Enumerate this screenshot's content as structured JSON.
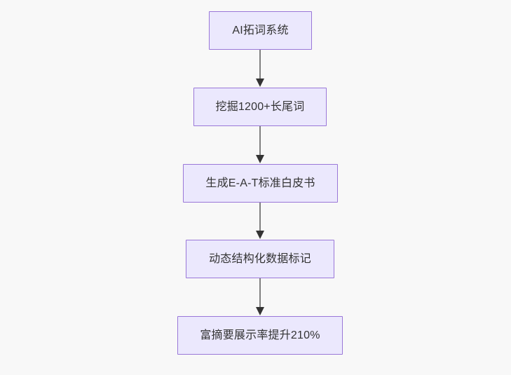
{
  "diagram": {
    "type": "flowchart",
    "direction": "top-to-bottom",
    "background_color": "#f8f8f8",
    "node_fill_color": "#ebe8fd",
    "node_border_color": "#9a77d8",
    "node_text_color": "#333333",
    "edge_line_color": "#808080",
    "edge_arrow_color": "#333333",
    "nodes": [
      {
        "id": "n0",
        "label": "AI拓词系统"
      },
      {
        "id": "n1",
        "label": "挖掘1200+长尾词"
      },
      {
        "id": "n2",
        "label": "生成E-A-T标准白皮书"
      },
      {
        "id": "n3",
        "label": "动态结构化数据标记"
      },
      {
        "id": "n4",
        "label": "富摘要展示率提升210%"
      }
    ],
    "edges": [
      {
        "id": "e0",
        "from": "n0",
        "to": "n1",
        "label": ""
      },
      {
        "id": "e1",
        "from": "n1",
        "to": "n2",
        "label": ""
      },
      {
        "id": "e2",
        "from": "n2",
        "to": "n3",
        "label": ""
      },
      {
        "id": "e3",
        "from": "n3",
        "to": "n4",
        "label": ""
      }
    ]
  }
}
